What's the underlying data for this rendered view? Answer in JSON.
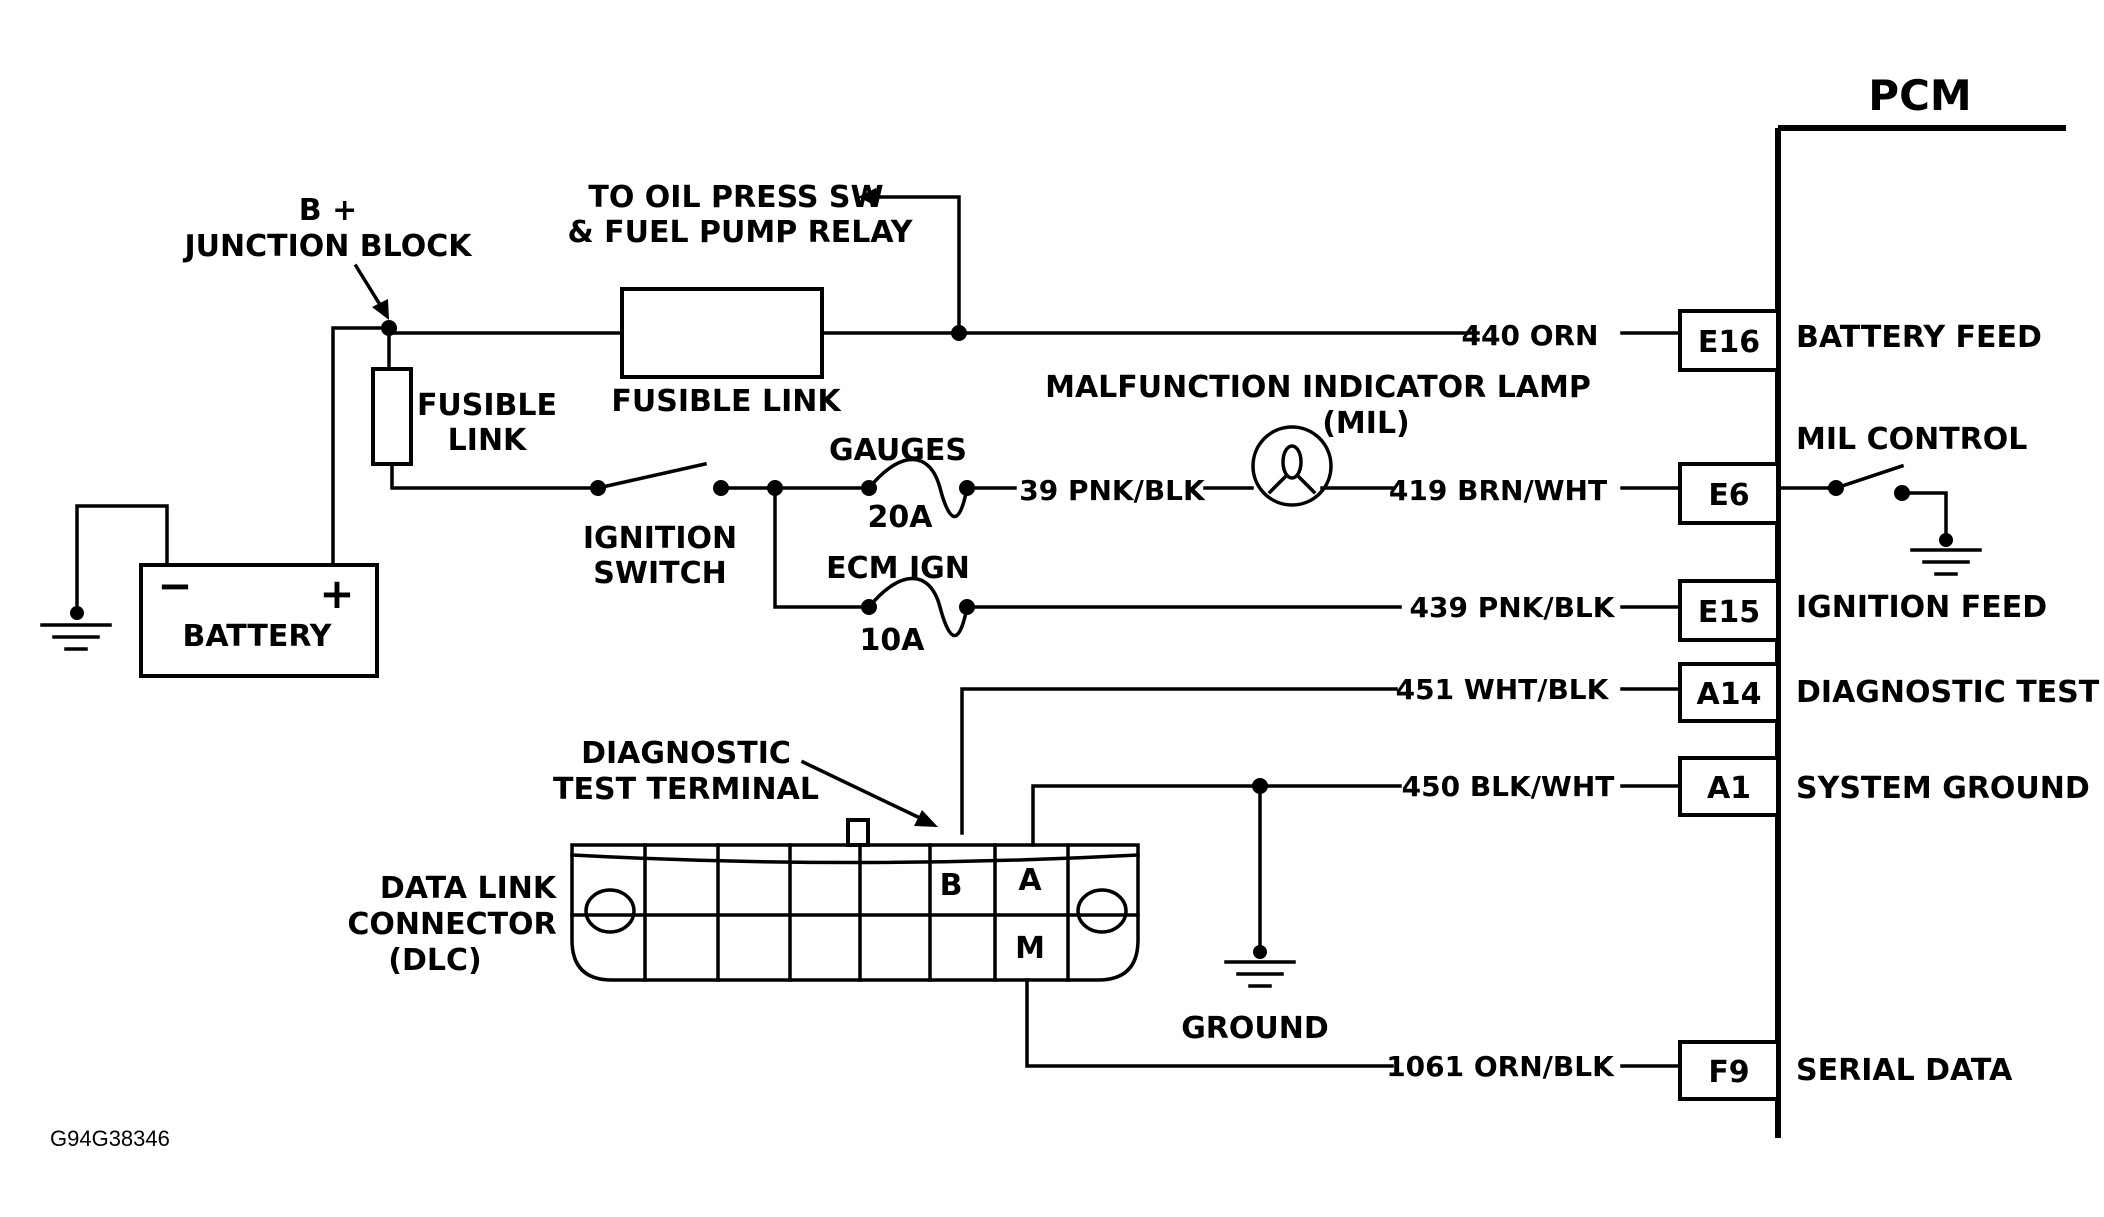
{
  "pcm": {
    "title": "PCM",
    "pins": [
      {
        "pin": "E16",
        "wire": "440 ORN",
        "label": "BATTERY FEED"
      },
      {
        "pin": "E6",
        "wire": "419 BRN/WHT",
        "label": "MIL CONTROL"
      },
      {
        "pin": "E15",
        "wire": "439 PNK/BLK",
        "label": "IGNITION FEED"
      },
      {
        "pin": "A14",
        "wire": "451 WHT/BLK",
        "label": "DIAGNOSTIC TEST"
      },
      {
        "pin": "A1",
        "wire": "450 BLK/WHT",
        "label": "SYSTEM GROUND"
      },
      {
        "pin": "F9",
        "wire": "1061 ORN/BLK",
        "label": "SERIAL DATA"
      }
    ]
  },
  "labels": {
    "junction_line1": "B +",
    "junction_line2": "JUNCTION BLOCK",
    "oil_line1": "TO OIL PRESS SW",
    "oil_line2": "& FUEL PUMP RELAY",
    "fusible_link_top": "FUSIBLE LINK",
    "fusible_link_side_1": "FUSIBLE",
    "fusible_link_side_2": "LINK",
    "battery": "BATTERY",
    "battery_minus": "−",
    "battery_plus": "+",
    "ignition_line1": "IGNITION",
    "ignition_line2": "SWITCH",
    "gauges": "GAUGES",
    "gauges_amp": "20A",
    "ecm_ign": "ECM IGN",
    "ecm_amp": "10A",
    "mil_line1": "MALFUNCTION INDICATOR LAMP",
    "mil_line2": "(MIL)",
    "mil_wire_in": "39 PNK/BLK",
    "diag_line1": "DIAGNOSTIC",
    "diag_line2": "TEST TERMINAL",
    "dlc_line1": "DATA LINK",
    "dlc_line2": "CONNECTOR",
    "dlc_line3": "(DLC)",
    "dlc_b": "B",
    "dlc_a": "A",
    "dlc_m": "M",
    "ground": "GROUND",
    "figure_code": "G94G38346"
  }
}
